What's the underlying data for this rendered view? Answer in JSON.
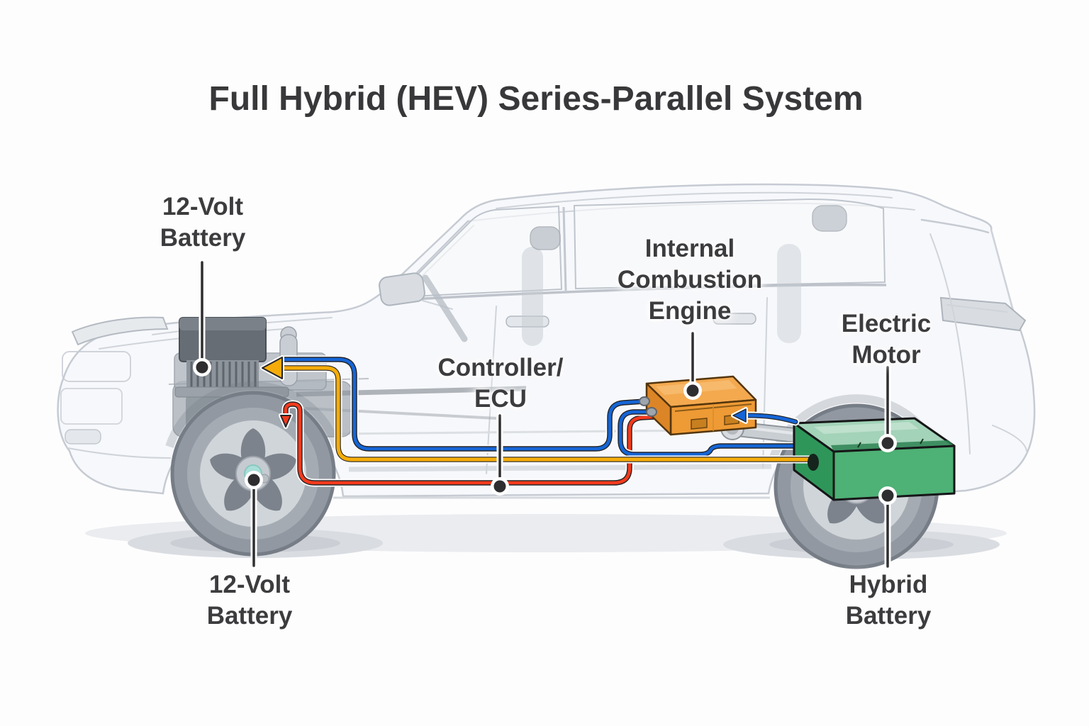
{
  "title": "Full Hybrid (HEV) Series-Parallel System",
  "labels": {
    "battery12_top": "12-Volt\nBattery",
    "controller": "Controller/\nECU",
    "ice": "Internal\nCombustion\nEngine",
    "electric_motor": "Electric\nMotor",
    "hybrid_battery": "Hybrid\nBattery",
    "battery12_bottom": "12-Volt\nBattery"
  },
  "colors": {
    "background": "#FDFDFE",
    "title_text": "#38383A",
    "label_text": "#3C3C3E",
    "wire_yellow": "#F5AC0A",
    "wire_blue": "#1565D6",
    "wire_red": "#F23A1C",
    "engine_box_orange": "#EE9A35",
    "hybrid_battery_green": "#4EB175",
    "car_sketch_gray": "#C6CBD3",
    "wheel_hub_teal": "#A9DED8",
    "leader_line": "#2E2E30"
  }
}
